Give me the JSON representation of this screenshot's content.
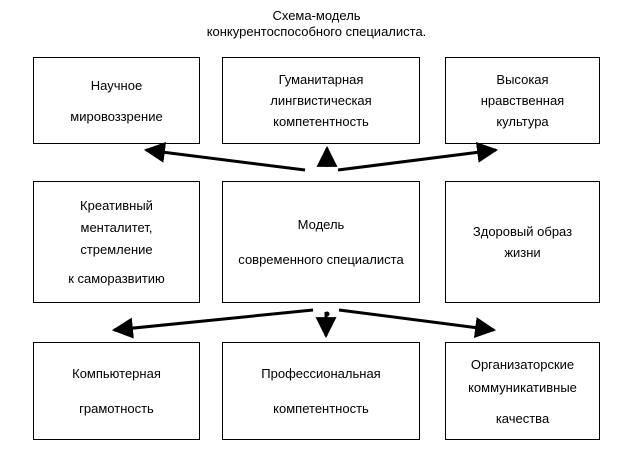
{
  "title": {
    "line1": "Схема-модель",
    "line2": "конкурентоспособного специалиста."
  },
  "boxes": {
    "top_left": {
      "lines": [
        "Научное",
        "мировоззрение"
      ]
    },
    "top_center": {
      "lines": [
        "Гуманитарная",
        "лингвистическая",
        "компетентность"
      ]
    },
    "top_right": {
      "lines": [
        "Высокая",
        "нравственная",
        "культура"
      ]
    },
    "mid_left": {
      "lines": [
        "Креативный",
        "менталитет,",
        "стремление",
        "к саморазвитию"
      ]
    },
    "mid_center": {
      "lines": [
        "Модель",
        "современного специалиста"
      ]
    },
    "mid_right": {
      "lines": [
        "Здоровый образ",
        "жизни"
      ]
    },
    "bottom_left": {
      "lines": [
        "Компьютерная",
        "грамотность"
      ]
    },
    "bottom_center": {
      "lines": [
        "Профессиональная",
        "компетентность"
      ]
    },
    "bottom_right": {
      "lines": [
        "Организаторские",
        "коммуникативные",
        "качества"
      ]
    }
  },
  "colors": {
    "stroke": "#000000",
    "background": "#ffffff"
  }
}
